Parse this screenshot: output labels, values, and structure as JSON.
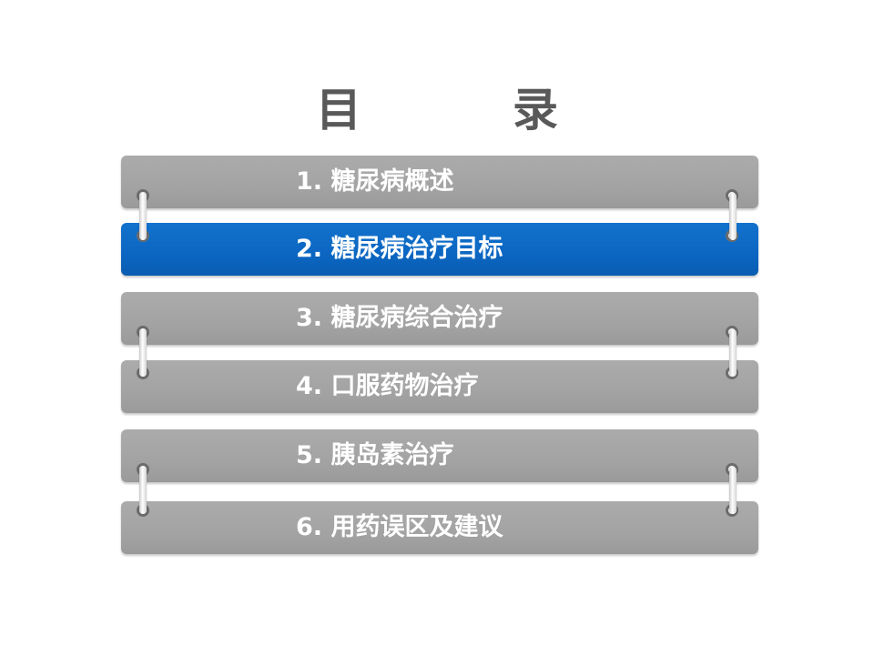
{
  "title": "目　录",
  "items": [
    {
      "label": "1. 糖尿病概述",
      "active": false
    },
    {
      "label": "2. 糖尿病治疗目标",
      "active": true
    },
    {
      "label": "3. 糖尿病综合治疗",
      "active": false
    },
    {
      "label": "4. 口服药物治疗",
      "active": false
    },
    {
      "label": "5. 胰岛素治疗",
      "active": false
    },
    {
      "label": "6. 用药误区及建议",
      "active": false
    }
  ],
  "colors": {
    "item_default": "#a6a6a6",
    "item_active": "#0b66c2",
    "title_text": "#595959",
    "label_text": "#ffffff",
    "ring_border": "#6c6c6c"
  }
}
